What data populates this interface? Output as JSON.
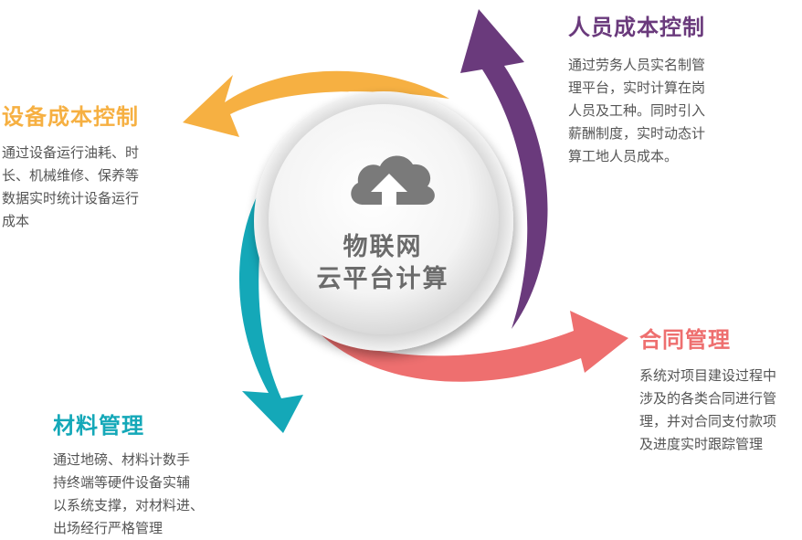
{
  "center": {
    "line1": "物联网",
    "line2": "云平台计算",
    "icon": "cloud-upload-icon"
  },
  "blocks": {
    "personnel": {
      "title": "人员成本控制",
      "color": "#6a3a7c",
      "lines": [
        "通过劳务人员实名制管",
        "理平台，实时计算在岗",
        "人员及工种。同时引入",
        "薪酬制度，实时动态计",
        "算工地人员成本。"
      ]
    },
    "equipment": {
      "title": "设备成本控制",
      "color": "#f6b042",
      "lines": [
        "通过设备运行油耗、时",
        "长、机械维修、保养等",
        "数据实时统计设备运行",
        "成本"
      ]
    },
    "contract": {
      "title": "合同管理",
      "color": "#ee6f6f",
      "lines": [
        "系统对项目建设过程中",
        "涉及的各类合同进行管",
        "理，并对合同支付款项",
        "及进度实时跟踪管理"
      ]
    },
    "material": {
      "title": "材料管理",
      "color": "#14a8b8",
      "lines": [
        "通过地磅、材料计数手",
        "持终端等硬件设备实辅",
        "以系统支撑，对材料进、",
        "出场经行严格管理"
      ]
    }
  },
  "colors": {
    "purple": "#6a3a7c",
    "yellow": "#f6b042",
    "coral": "#ee6f6f",
    "teal": "#14a8b8",
    "icon_gray": "#7a7a7a",
    "body_text": "#555555"
  }
}
